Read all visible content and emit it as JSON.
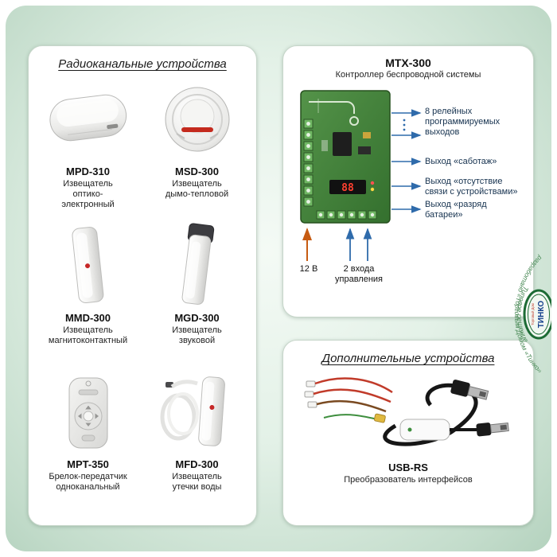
{
  "radio_panel": {
    "title": "Радиоканальные устройства",
    "products": [
      {
        "name": "MPD-310",
        "desc": "Извещатель\nоптико-\nэлектронный"
      },
      {
        "name": "MSD-300",
        "desc": "Извещатель\nдымо-тепловой"
      },
      {
        "name": "MMD-300",
        "desc": "Извещатель\nмагнитоконтактный"
      },
      {
        "name": "MGD-300",
        "desc": "Извещатель\nзвуковой"
      },
      {
        "name": "MPT-350",
        "desc": "Брелок-передатчик\nодноканальный"
      },
      {
        "name": "MFD-300",
        "desc": "Извещатель\nутечки воды"
      }
    ]
  },
  "controller_panel": {
    "title": "MTX-300",
    "subtitle": "Контроллер беспроводной системы",
    "display_digits": "88",
    "outputs": [
      {
        "label": "8 релейных\nпрограммируемых\nвыходов"
      },
      {
        "label": "Выход «саботаж»"
      },
      {
        "label": "Выход «отсутствие\nсвязи с устройствами»"
      },
      {
        "label": "Выход «разряд\nбатареи»"
      }
    ],
    "power_label": "12 В",
    "inputs_label": "2 входа\nуправления"
  },
  "extra_panel": {
    "title": "Дополнительные устройства",
    "product": {
      "name": "USB-RS",
      "desc": "Преобразователь интерфейсов"
    }
  },
  "watermark": {
    "arc_text_outer": "разработано «Торговым Домом «Тинко»",
    "arc_text_inner": "Типовое решение",
    "logo_top": "Торговый Дом",
    "logo_text": "ТИНКО"
  },
  "colors": {
    "line_blue": "#2f6bab",
    "arrow_orange": "#c75b12",
    "pcb_green": "#44823a",
    "watermark_green": "#4a8a57",
    "alarm_red": "#c42a1e"
  }
}
